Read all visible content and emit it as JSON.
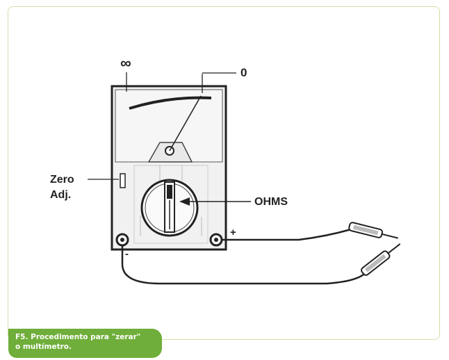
{
  "labels": {
    "infinity": "∞",
    "zero": "0",
    "zero_adj_line1": "Zero",
    "zero_adj_line2": "Adj.",
    "ohms": "OHMS",
    "plus": "+",
    "minus": "-"
  },
  "caption": {
    "line1": "F5. Procedimento para \"zerar\"",
    "line2": "o multímetro."
  },
  "colors": {
    "frame_border": "#cfe0a6",
    "caption_bg": "#6fae3a",
    "ink": "#222222"
  }
}
